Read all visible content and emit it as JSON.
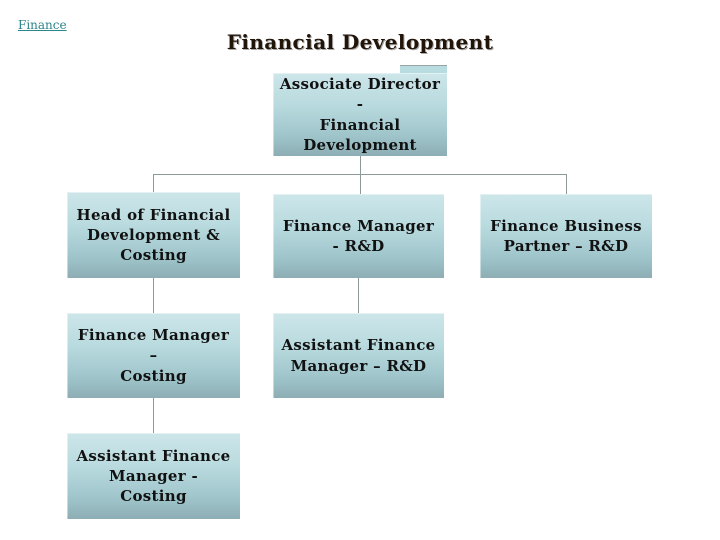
{
  "nav": {
    "finance_link": "Finance",
    "link_color": "#2d8688"
  },
  "header": {
    "title": "Financial Development",
    "title_color": "#211409"
  },
  "org_chart": {
    "box_gradient_top": "#cde6ea",
    "box_gradient_bottom": "#8cadb3",
    "connector_color": "#8c9a9a",
    "text_color": "#111111",
    "nodes": [
      {
        "id": "associate-director-financial-development",
        "label": "Associate Director -\nFinancial\nDevelopment"
      },
      {
        "id": "head-of-financial-development-costing",
        "label": "Head of Financial\nDevelopment &\nCosting"
      },
      {
        "id": "finance-manager-rd",
        "label": "Finance Manager\n- R&D"
      },
      {
        "id": "finance-business-partner-rd",
        "label": "Finance Business\nPartner – R&D"
      },
      {
        "id": "finance-manager-costing",
        "label": "Finance Manager –\nCosting"
      },
      {
        "id": "assistant-finance-manager-rd",
        "label": "Assistant Finance\nManager – R&D"
      },
      {
        "id": "assistant-finance-manager-costing",
        "label": "Assistant Finance\nManager - Costing"
      }
    ]
  }
}
